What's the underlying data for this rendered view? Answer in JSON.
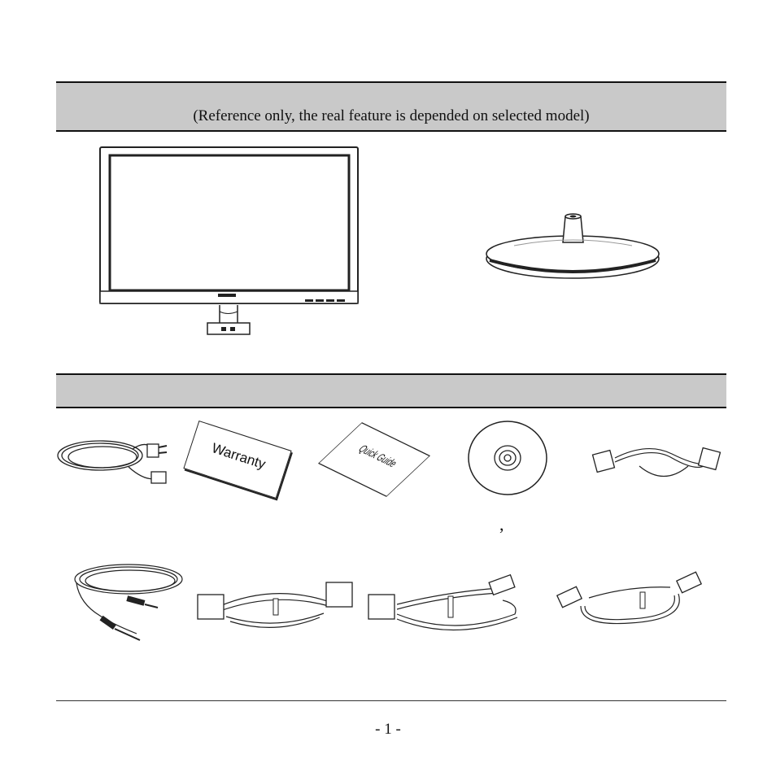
{
  "header_band": {
    "caption": "(Reference only, the real feature is depended on selected model)"
  },
  "accessories": {
    "warranty_label": "Warranty",
    "quick_guide_label": "Quick Guide"
  },
  "stray_mark": ",",
  "footer": {
    "page_number": "- 1 -"
  }
}
